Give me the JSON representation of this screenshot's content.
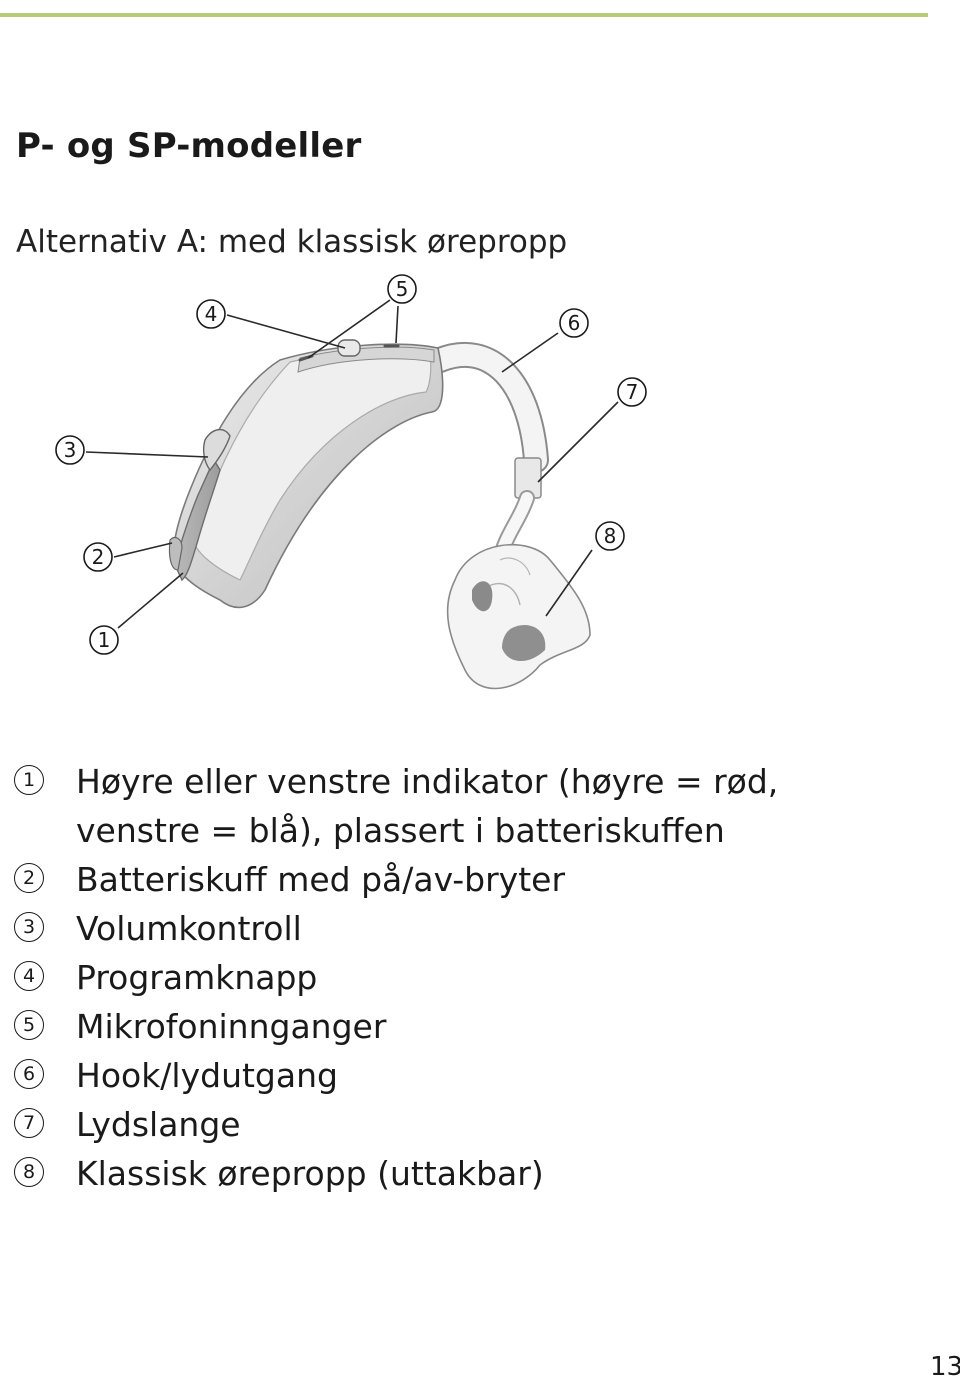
{
  "page": {
    "heading": "P- og SP-modeller",
    "subheading": "Alternativ A: med klassisk ørepropp",
    "page_number": "13",
    "accent_color": "#b7cc74"
  },
  "figure": {
    "callouts": [
      "1",
      "2",
      "3",
      "4",
      "5",
      "6",
      "7",
      "8"
    ]
  },
  "legend": [
    {
      "number": "1",
      "text": "Høyre eller venstre indikator (høyre = rød,\nvenstre = blå), plassert i batteriskuffen"
    },
    {
      "number": "2",
      "text": "Batteriskuff med på/av-bryter"
    },
    {
      "number": "3",
      "text": "Volumkontroll"
    },
    {
      "number": "4",
      "text": "Programknapp"
    },
    {
      "number": "5",
      "text": "Mikrofoninnganger"
    },
    {
      "number": "6",
      "text": "Hook/lydutgang"
    },
    {
      "number": "7",
      "text": "Lydslange"
    },
    {
      "number": "8",
      "text": "Klassisk ørepropp (uttakbar)"
    }
  ]
}
